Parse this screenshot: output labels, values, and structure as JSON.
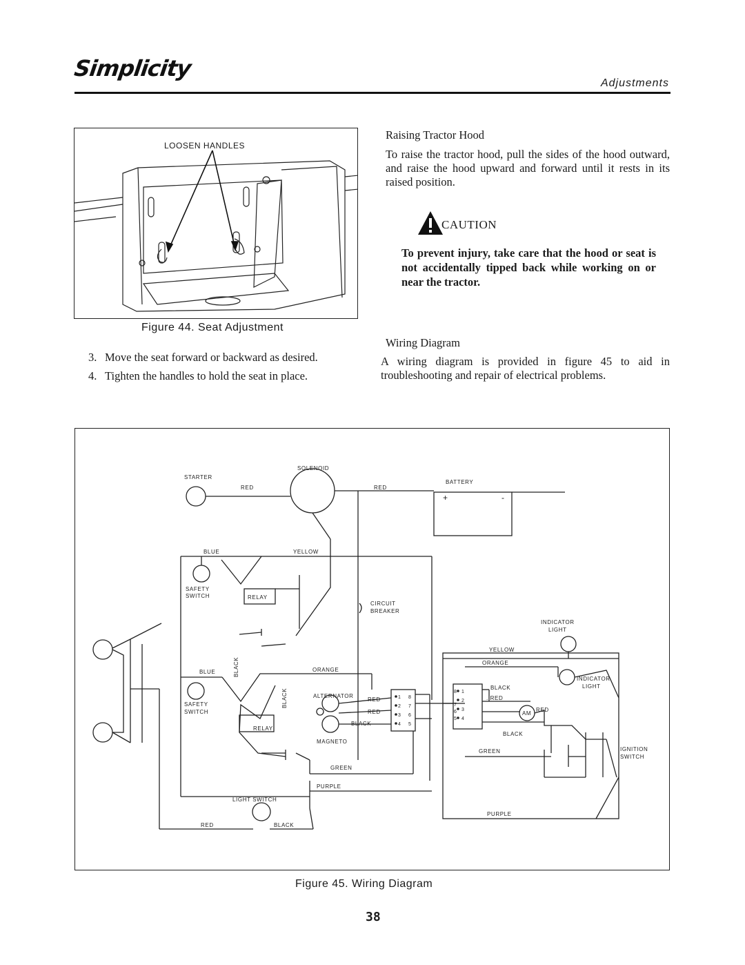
{
  "header": {
    "brand": "Simplicity",
    "section": "Adjustments"
  },
  "figure44": {
    "callout": "LOOSEN HANDLES",
    "caption": "Figure 44.  Seat Adjustment"
  },
  "steps": [
    {
      "num": "3.",
      "text": "Move the seat forward or backward as desired."
    },
    {
      "num": "4.",
      "text": "Tighten the handles to hold the seat in place."
    }
  ],
  "hood": {
    "heading": "Raising Tractor Hood",
    "body": "To raise the tractor hood, pull the sides of the hood outward, and raise the hood upward and forward until it rests in its raised position."
  },
  "caution": {
    "label": "CAUTION",
    "text": "To prevent injury, take care that the hood or seat is not accidentally tipped back while working on or near the tractor."
  },
  "wiring": {
    "heading": "Wiring Diagram",
    "body": "A wiring diagram is provided in figure 45 to aid in troubleshooting and repair of electrical problems."
  },
  "figure45": {
    "caption": "Figure  45.  Wiring Diagram",
    "labels": {
      "solenoid": "SOLENOID",
      "starter": "STARTER",
      "red1": "RED",
      "red2": "RED",
      "battery": "BATTERY",
      "plus": "+",
      "minus": "-",
      "blue1": "BLUE",
      "yellow1": "YELLOW",
      "safety1": "SAFETY",
      "switch1": "SWITCH",
      "relay1": "RELAY",
      "circuit": "CIRCUIT",
      "breaker": "BREAKER",
      "indicator1": "INDICATOR",
      "light1": "LIGHT",
      "yellow2": "YELLOW",
      "orange1": "ORANGE",
      "black_v1": "BLACK",
      "orange2": "ORANGE",
      "blue2": "BLUE",
      "black_v2": "BLACK",
      "alternator": "ALTERNATOR",
      "red3": "RED",
      "red4": "RED",
      "black1": "BLACK",
      "magneto": "MAGNETO",
      "safety2": "SAFETY",
      "switch2": "SWITCH",
      "relay2": "RELAY",
      "black2": "BLACK",
      "red5": ". RED",
      "indicator2": "INDICATOR",
      "light2": "LIGHT",
      "am": "AM",
      "red6": "RED",
      "black3": "BLACK",
      "green1": "GREEN",
      "ignition": "IGNITION",
      "switch3": "SWITCH",
      "green2": "GREEN",
      "purple1": "PURPLE",
      "light_switch": "LIGHT SWITCH",
      "red7": "RED",
      "black4": "BLACK",
      "purple2": "PURPLE",
      "t1": "1",
      "t2": "2",
      "t3": "3",
      "t4": "4",
      "t5": "5",
      "t6": "6",
      "t7": "7",
      "t8": "8",
      "s1": "1",
      "s2": "2",
      "s3": "3",
      "s4": "4",
      "s5": "5",
      "s6": "6",
      "s7": "7",
      "s8": "8"
    }
  },
  "page_number": "38"
}
